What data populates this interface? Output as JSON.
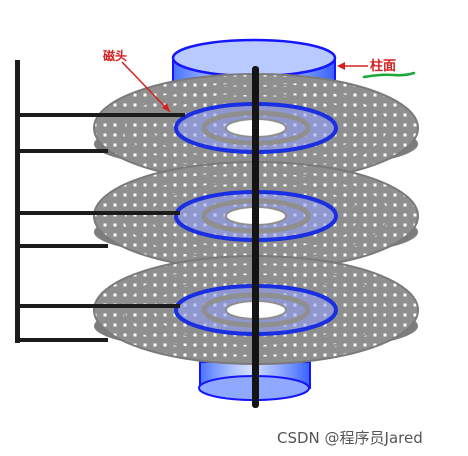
{
  "labels": {
    "head": "磁头",
    "cylinder": "柱面"
  },
  "watermark": "CSDN @程序员Jared",
  "colors": {
    "platter": "#8f8f8f",
    "platter_slot": "#ffffff",
    "cylinder_fill": "#2f5fff",
    "cylinder_stroke": "#1515ff",
    "inner_ring": "#1a2fe0",
    "spindle": "#141414",
    "arm": "#1c1c1c",
    "label_red": "#d62020",
    "underline_green": "#1aa83a",
    "watermark": "#555555"
  },
  "platter_count": 3
}
